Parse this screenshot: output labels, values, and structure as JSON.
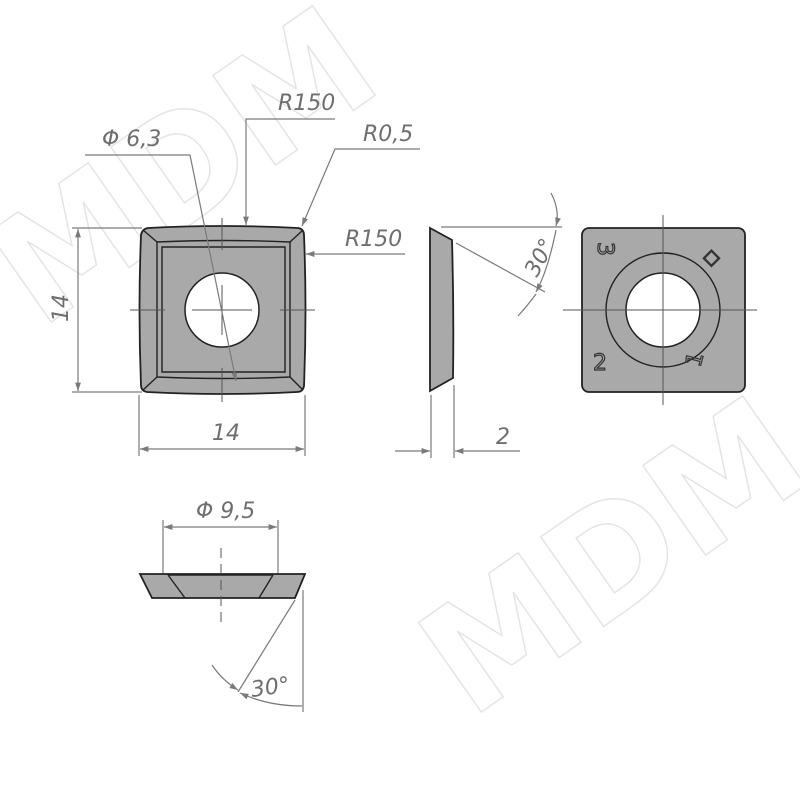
{
  "watermark": "MDM",
  "dimensions": {
    "hole_diameter": "Φ 6,3",
    "top_radius": "R150",
    "corner_radius": "R0,5",
    "side_radius": "R150",
    "height": "14",
    "width": "14",
    "thickness": "2",
    "bevel_angle_side": "30°",
    "countersink_diameter": "Φ 9,5",
    "bevel_angle_bottom": "30°"
  },
  "edge_markers": {
    "one": "1",
    "two": "2",
    "three": "3",
    "diamond": "◇"
  },
  "colors": {
    "body": "#a9a9a9",
    "dimension": "#7a7a7a"
  }
}
